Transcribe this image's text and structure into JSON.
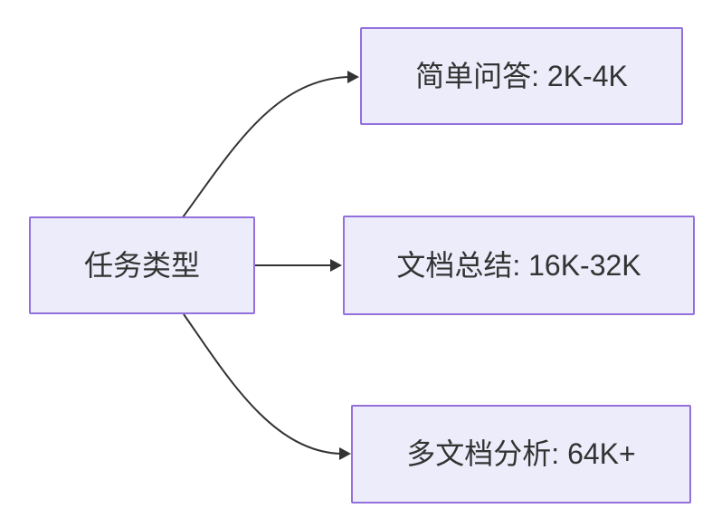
{
  "colors": {
    "background": "#FFFFFF",
    "node_fill": "#ECECFA",
    "node_border": "#9370DB",
    "arrow": "#333333",
    "text": "#333333"
  },
  "diagram": {
    "type": "flowchart-left-to-right",
    "nodes": [
      {
        "id": "task-type",
        "label": "任务类型"
      },
      {
        "id": "simple-qa",
        "label": "简单问答: 2K-4K"
      },
      {
        "id": "doc-summary",
        "label": "文档总结: 16K-32K"
      },
      {
        "id": "multi-doc",
        "label": "多文档分析: 64K+"
      }
    ],
    "edges": [
      {
        "from": "task-type",
        "to": "simple-qa"
      },
      {
        "from": "task-type",
        "to": "doc-summary"
      },
      {
        "from": "task-type",
        "to": "multi-doc"
      }
    ]
  }
}
